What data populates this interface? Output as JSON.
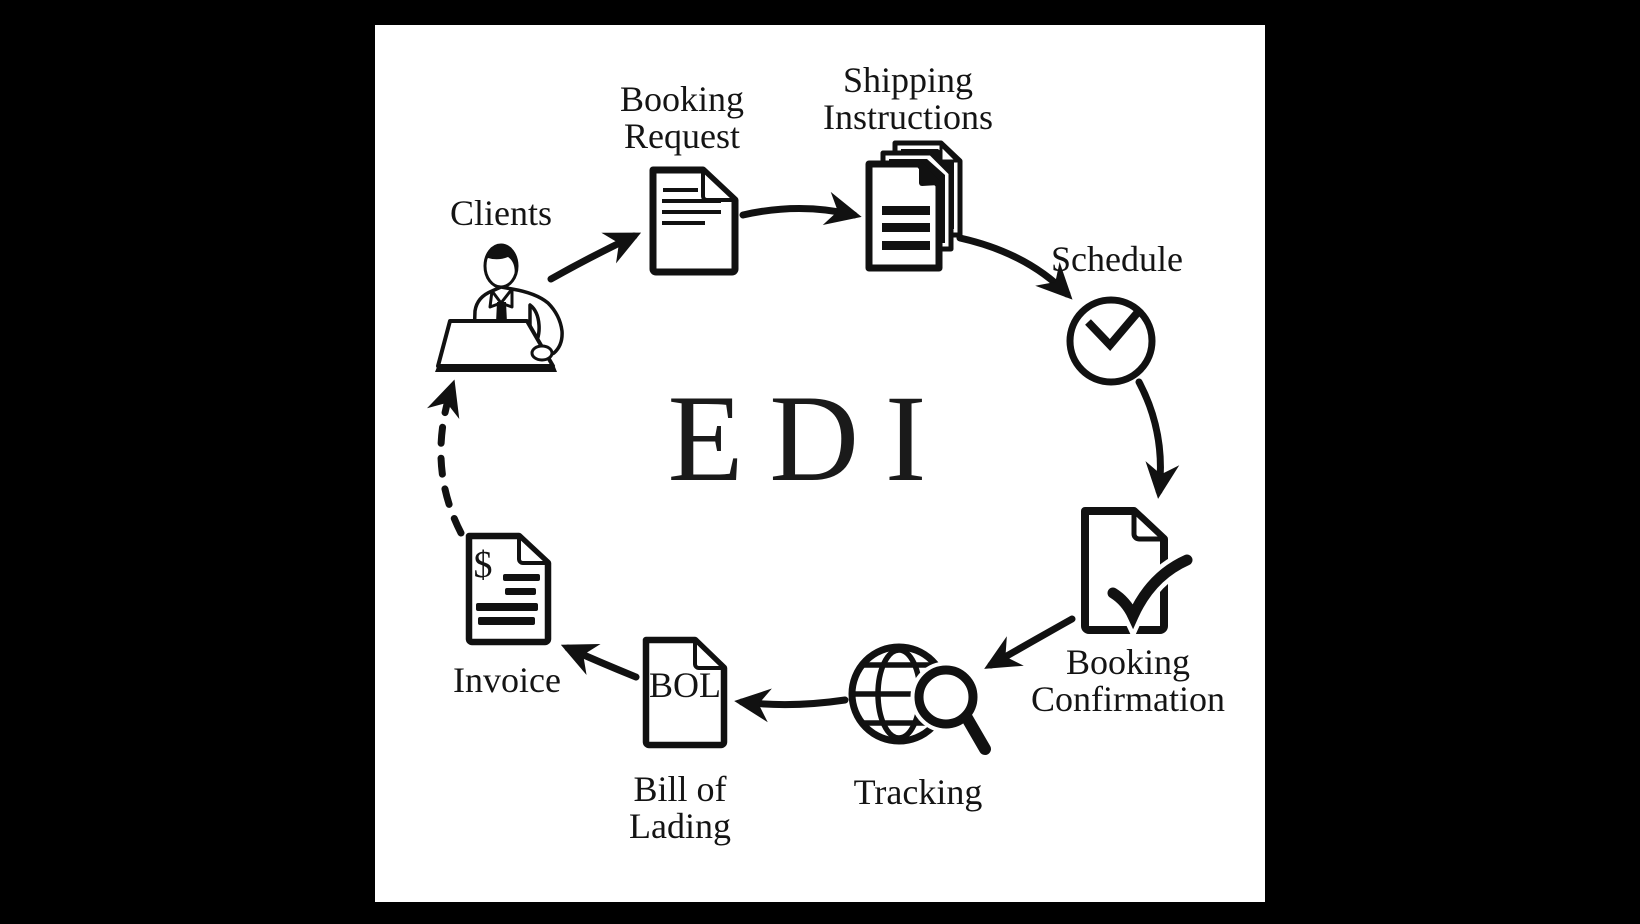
{
  "page": {
    "background": "#000000",
    "surface": "#ffffff",
    "ink": "#141414"
  },
  "diagram": {
    "title": "EDI",
    "nodes": {
      "clients": {
        "label": "Clients",
        "icon": "person-at-laptop-icon"
      },
      "booking_request": {
        "label": "Booking\nRequest",
        "icon": "document-icon"
      },
      "shipping_instructions": {
        "label": "Shipping\nInstructions",
        "icon": "document-stack-icon"
      },
      "schedule": {
        "label": "Schedule",
        "icon": "clock-icon"
      },
      "booking_confirmation": {
        "label": "Booking\nConfirmation",
        "icon": "document-check-icon"
      },
      "tracking": {
        "label": "Tracking",
        "icon": "globe-magnifier-icon"
      },
      "bill_of_lading": {
        "label": "Bill of\nLading",
        "doc_text": "BOL",
        "icon": "document-icon"
      },
      "invoice": {
        "label": "Invoice",
        "currency_glyph": "$",
        "icon": "invoice-document-icon"
      }
    },
    "edges": [
      {
        "from": "clients",
        "to": "booking_request",
        "style": "solid"
      },
      {
        "from": "booking_request",
        "to": "shipping_instructions",
        "style": "solid"
      },
      {
        "from": "shipping_instructions",
        "to": "schedule",
        "style": "solid"
      },
      {
        "from": "schedule",
        "to": "booking_confirmation",
        "style": "solid"
      },
      {
        "from": "booking_confirmation",
        "to": "tracking",
        "style": "solid"
      },
      {
        "from": "tracking",
        "to": "bill_of_lading",
        "style": "solid"
      },
      {
        "from": "bill_of_lading",
        "to": "invoice",
        "style": "solid"
      },
      {
        "from": "invoice",
        "to": "clients",
        "style": "dashed"
      }
    ]
  }
}
